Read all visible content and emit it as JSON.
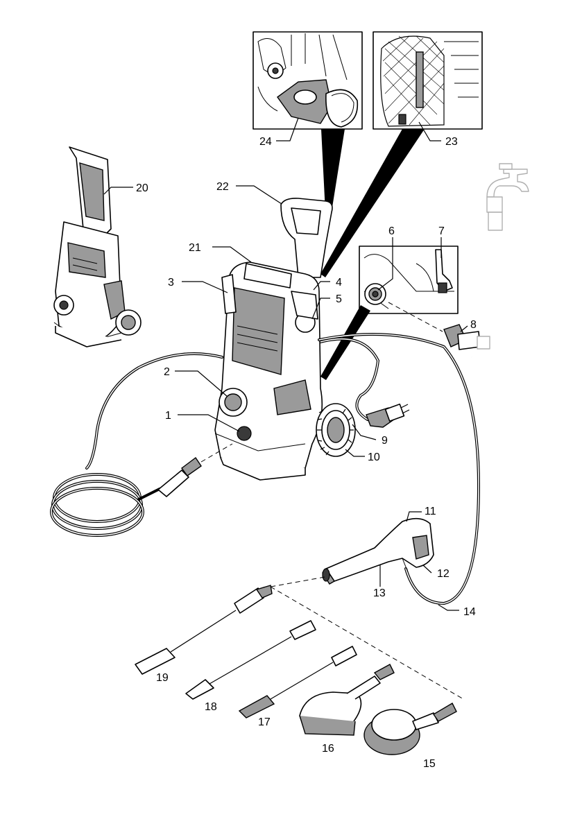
{
  "callouts": [
    {
      "id": "1",
      "text": "1"
    },
    {
      "id": "2",
      "text": "2"
    },
    {
      "id": "3",
      "text": "3"
    },
    {
      "id": "4",
      "text": "4"
    },
    {
      "id": "5",
      "text": "5"
    },
    {
      "id": "6",
      "text": "6"
    },
    {
      "id": "7",
      "text": "7"
    },
    {
      "id": "8",
      "text": "8"
    },
    {
      "id": "9",
      "text": "9"
    },
    {
      "id": "10",
      "text": "10"
    },
    {
      "id": "11",
      "text": "11"
    },
    {
      "id": "12",
      "text": "12"
    },
    {
      "id": "13",
      "text": "13"
    },
    {
      "id": "14",
      "text": "14"
    },
    {
      "id": "15",
      "text": "15"
    },
    {
      "id": "16",
      "text": "16"
    },
    {
      "id": "17",
      "text": "17"
    },
    {
      "id": "18",
      "text": "18"
    },
    {
      "id": "19",
      "text": "19"
    },
    {
      "id": "20",
      "text": "20"
    },
    {
      "id": "21",
      "text": "21"
    },
    {
      "id": "22",
      "text": "22"
    },
    {
      "id": "23",
      "text": "23"
    },
    {
      "id": "24",
      "text": "24"
    }
  ],
  "colors": {
    "line": "#000000",
    "fill": "#ffffff",
    "shade": "#9a9a9a",
    "faint": "#b0b0b0"
  }
}
